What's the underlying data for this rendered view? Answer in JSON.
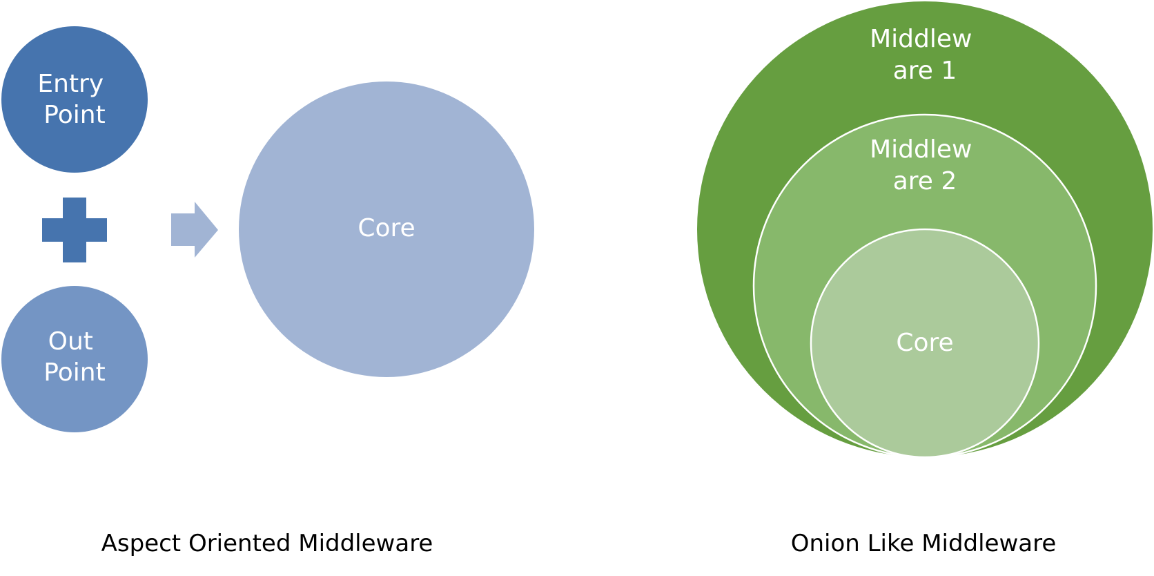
{
  "colors": {
    "entry_point": "#4674AE",
    "out_point": "#7495C4",
    "plus": "#4674AE",
    "arrow": "#A1B4D4",
    "core_aspect": "#A1B4D4",
    "middleware1": "#669E40",
    "middleware2": "#87B86B",
    "core_onion": "#ABCA9B",
    "ring_stroke": "#FFFFFF",
    "label_text": "#FFFFFF",
    "caption_text": "#000000"
  },
  "aspect": {
    "entry_point": [
      "Entry",
      "Point"
    ],
    "out_point": [
      "Out",
      "Point"
    ],
    "core": "Core",
    "caption": "Aspect Oriented Middleware",
    "plus_icon": "plus-icon",
    "arrow_icon": "arrow-right-icon"
  },
  "onion": {
    "middleware1": [
      "Middlew",
      "are 1"
    ],
    "middleware2": [
      "Middlew",
      "are 2"
    ],
    "core": "Core",
    "caption": "Onion Like Middleware"
  }
}
